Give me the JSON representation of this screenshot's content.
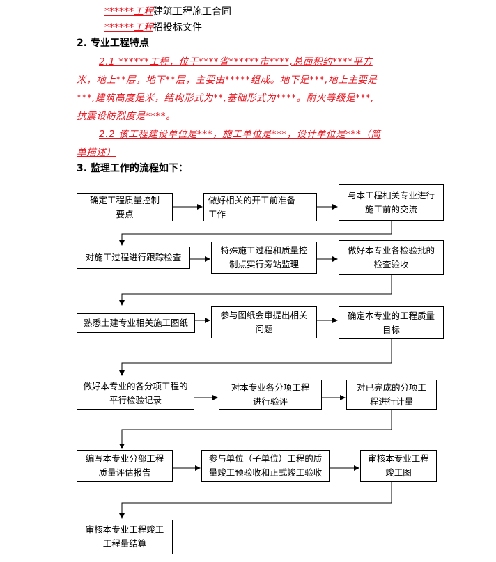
{
  "header_lines": [
    {
      "prefix": "******工程",
      "suffix": "建筑工程施工合同"
    },
    {
      "prefix": "******工程",
      "suffix": "招投标文件"
    }
  ],
  "section2": {
    "heading": "2.  专业工程特点",
    "p1_lines": [
      "2.1  ******工程，位于****省******市****,总面积约****平方",
      "米，地上**层，地下**层，主要由*****组成。地下是***,地上主要是",
      "***,建筑高度是米，结构形式为**,基础形式为****。耐火等级是***,",
      "抗震设防烈度是****。"
    ],
    "p2_lines": [
      "2.2  该工程建设单位是***，施工单位是***，设计单位是***（简",
      "单描述）"
    ]
  },
  "section3": {
    "heading": "3. 监理工作的流程如下："
  },
  "flow": {
    "boxes": [
      "确定工程质量控制\n要点",
      "做好相关的开工前准备\n工作",
      "与本工程相关专业进行\n施工前的交流",
      "对施工过程进行跟踪检查",
      "特殊施工过程和质量控\n制点实行旁站监理",
      "做好本专业各检验批的\n检查验收",
      "熟悉土建专业相关施工图纸",
      "参与图纸会审提出相关\n问题",
      "确定本专业的工程质量\n目标",
      "做好本专业的各分项工程的\n平行检验记录",
      "对本专业各分项工程\n进行验评",
      "对已完成的分项工\n程进行计量",
      "编写本专业分部工程\n质量评估报告",
      "参与单位（子单位）工程的质\n量竣工预验收和正式竣工验收",
      "审核本专业工程\n竣工图",
      "审核本专业工程竣工\n工程量结算"
    ]
  }
}
